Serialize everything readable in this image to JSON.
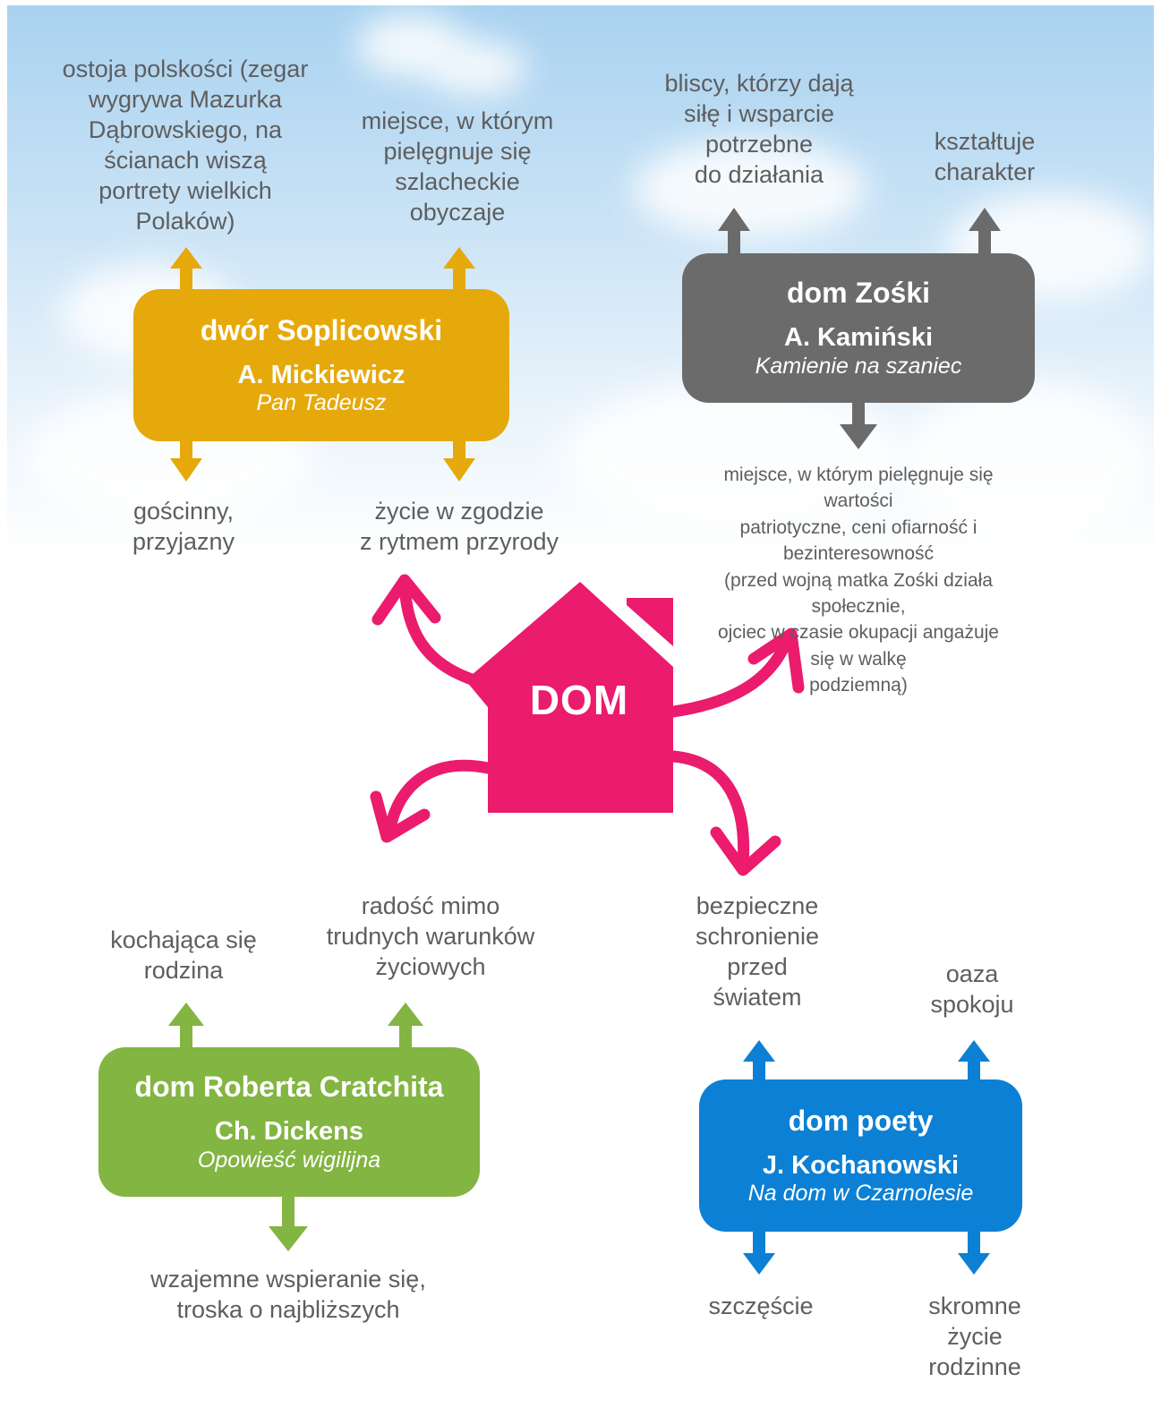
{
  "colors": {
    "yellow": "#e6a90b",
    "gray": "#6b6b6b",
    "green": "#82b541",
    "blue": "#0c80d4",
    "pink": "#eb1b6d",
    "text": "#5e5e5e"
  },
  "center": {
    "label": "DOM"
  },
  "boxes": {
    "soplica": {
      "place": "dwór Soplicowski",
      "author": "A. Mickiewicz",
      "title": "Pan Tadeusz"
    },
    "zoska": {
      "place": "dom Zośki",
      "author": "A. Kamiński",
      "title": "Kamienie na szaniec"
    },
    "cratchit": {
      "place": "dom Roberta Cratchita",
      "author": "Ch. Dickens",
      "title": "Opowieść wigilijna"
    },
    "poet": {
      "place": "dom poety",
      "author": "J. Kochanowski",
      "title": "Na dom w Czarnolesie"
    }
  },
  "notes": {
    "soplica_up_left": "ostoja polskości (zegar\nwygrywa Mazurka\nDąbrowskiego, na\nścianach wiszą\nportrety wielkich\nPolaków)",
    "soplica_up_right": "miejsce, w którym\npielęgnuje się\nszlacheckie\nobyczaje",
    "soplica_down_left": "gościnny,\nprzyjazny",
    "soplica_down_right": "życie w zgodzie\nz rytmem przyrody",
    "zoska_up_left": "bliscy, którzy dają\nsiłę i wsparcie\npotrzebne\ndo działania",
    "zoska_up_right": "kształtuje\ncharakter",
    "zoska_down": "miejsce, w którym pielęgnuje się wartości\npatriotyczne, ceni ofiarność i bezinteresowność\n(przed wojną matka Zośki działa społecznie,\nojciec w czasie okupacji angażuje się w walkę\npodziemną)",
    "cratchit_up_left": "kochająca się\nrodzina",
    "cratchit_up_right": "radość mimo\ntrudnych warunków\nżyciowych",
    "cratchit_down": "wzajemne wspieranie się,\ntroska o najbliższych",
    "poet_up_left": "bezpieczne\nschronienie\nprzed\nświatem",
    "poet_up_right": "oaza\nspokoju",
    "poet_down_left": "szczęście",
    "poet_down_right": "skromne\nżycie\nrodzinne"
  }
}
